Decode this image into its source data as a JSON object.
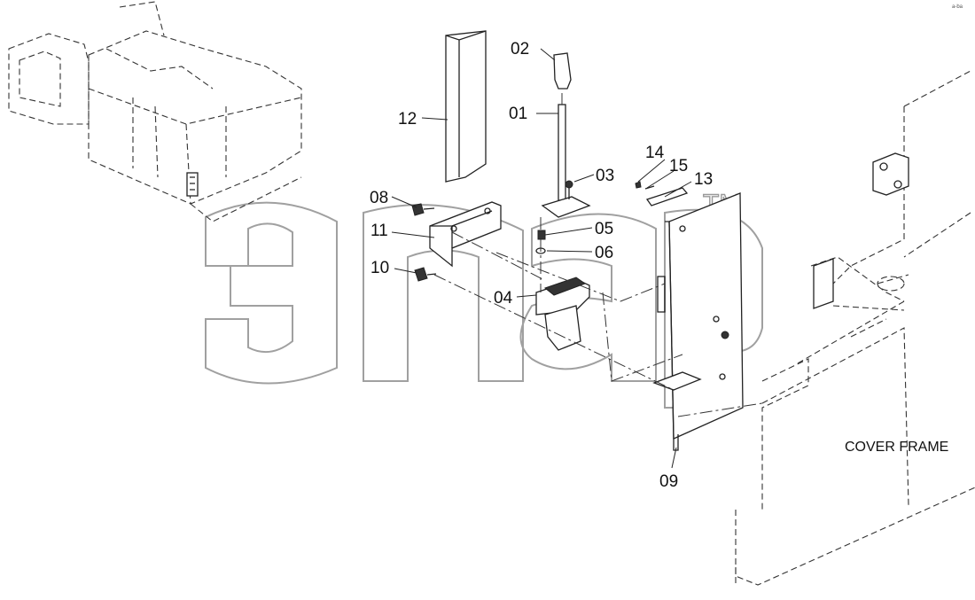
{
  "part_labels": {
    "p01": "01",
    "p02": "02",
    "p03": "03",
    "p04": "04",
    "p05": "05",
    "p06": "06",
    "p08": "08",
    "p09": "09",
    "p10": "10",
    "p11": "11",
    "p12": "12",
    "p13": "13",
    "p14": "14",
    "p15": "15"
  },
  "reference_label": "COVER FRAME",
  "watermark": {
    "text": "эпар",
    "mark": "TM",
    "color": "#a0a0a0"
  },
  "corner_mark": "a-ba"
}
